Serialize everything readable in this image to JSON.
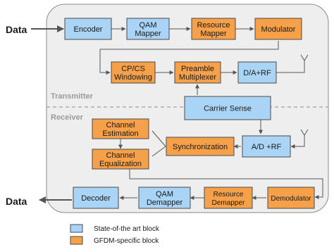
{
  "colors": {
    "state_of_art": "#a9d4f5",
    "gfdm_specific": "#f6a14a",
    "block_border": "#4a4a4a",
    "panel_fill": "#eeeeee",
    "section_label": "#9a9a9a"
  },
  "io": {
    "data_in": "Data",
    "data_out": "Data"
  },
  "sections": {
    "transmitter": "Transmitter",
    "receiver": "Receiver"
  },
  "blocks": {
    "encoder": [
      "Encoder"
    ],
    "qam_mapper": [
      "QAM",
      "Mapper"
    ],
    "resource_mapper": [
      "Resource",
      "Mapper"
    ],
    "modulator": [
      "Modulator"
    ],
    "cp_cs_windowing": [
      "CP/CS",
      "Windowing"
    ],
    "preamble_multiplexer": [
      "Preamble",
      "Multiplexer"
    ],
    "da_rf": [
      "D/A+RF"
    ],
    "carrier_sense": [
      "Carrier Sense"
    ],
    "channel_estimation": [
      "Channel",
      "Estimation"
    ],
    "channel_equalization": [
      "Channel",
      "Equalization"
    ],
    "synchronization": [
      "Synchronization"
    ],
    "ad_rf": [
      "A/D +RF"
    ],
    "decoder": [
      "Decoder"
    ],
    "qam_demapper": [
      "QAM",
      "Demapper"
    ],
    "resource_demapper": [
      "Resource",
      "Demapper"
    ],
    "demodulator": [
      "Demodulator"
    ]
  },
  "legend": {
    "state_of_art": "State-of-the art block",
    "gfdm_specific": "GFDM-specific block"
  }
}
